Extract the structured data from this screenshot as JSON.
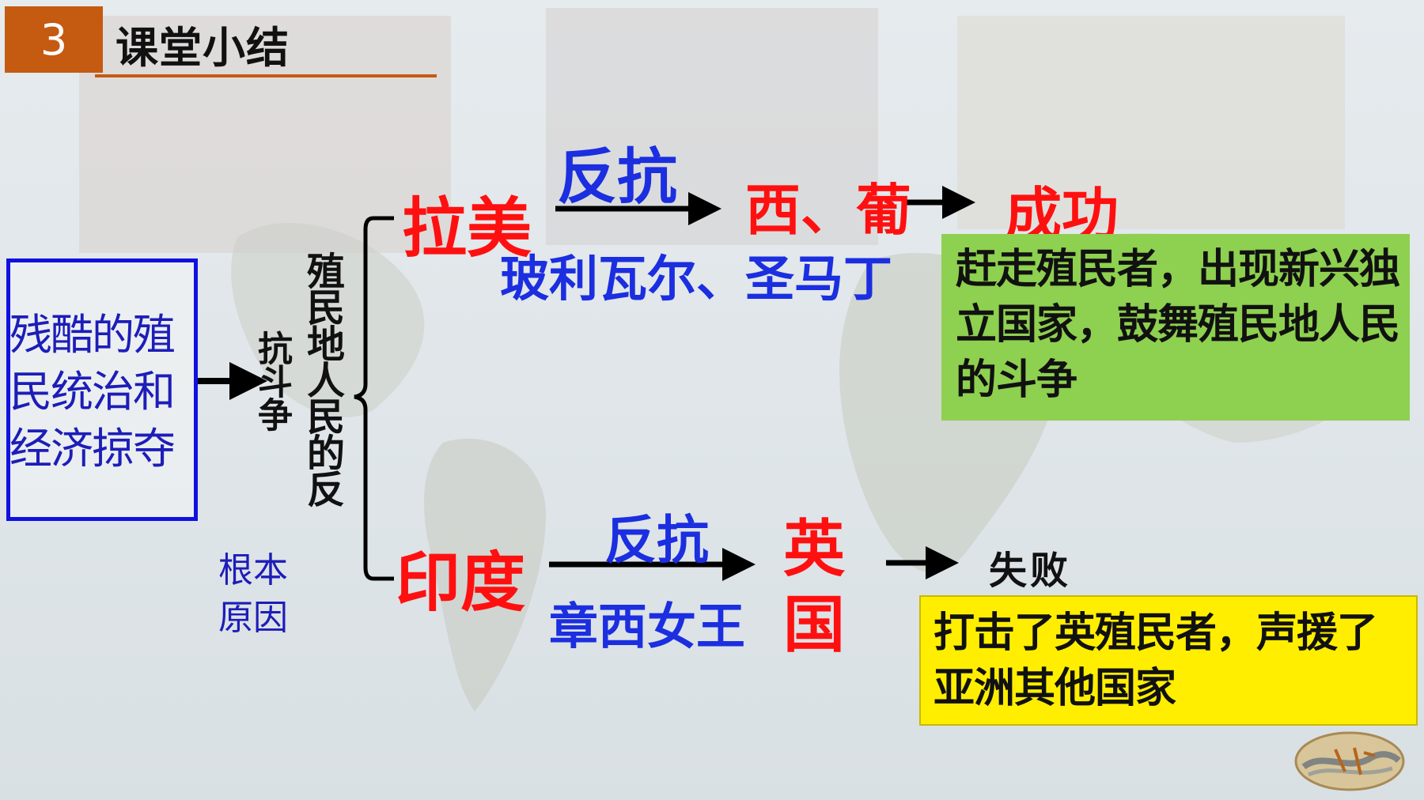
{
  "section": {
    "number": "3",
    "title": "课堂小结"
  },
  "cause": {
    "text": "残酷的殖民统治和经济掠夺",
    "root_label": "根本原因"
  },
  "struggle": {
    "col1": "抗斗争",
    "col2": "殖民地人民的反"
  },
  "latin_america": {
    "region": "拉美",
    "action": "反抗",
    "target": "西、葡",
    "leaders": "玻利瓦尔、圣马丁",
    "result": "成功",
    "significance": "赶走殖民者，出现新兴独立国家，鼓舞殖民地人民的斗争"
  },
  "india": {
    "region": "印度",
    "action": "反抗",
    "target_line1": "英",
    "target_line2": "国",
    "leader": "章西女王",
    "result": "失败",
    "significance": "打击了英殖民者，声援了亚洲其他国家"
  },
  "colors": {
    "red": "#ff1010",
    "blue": "#1b2ee0",
    "accent": "#c55a11",
    "green_box": "#8ed04f",
    "yellow_box": "#ffee00"
  },
  "icons": [
    "arrow-right-icon",
    "bracket-icon",
    "history-seal-icon"
  ]
}
